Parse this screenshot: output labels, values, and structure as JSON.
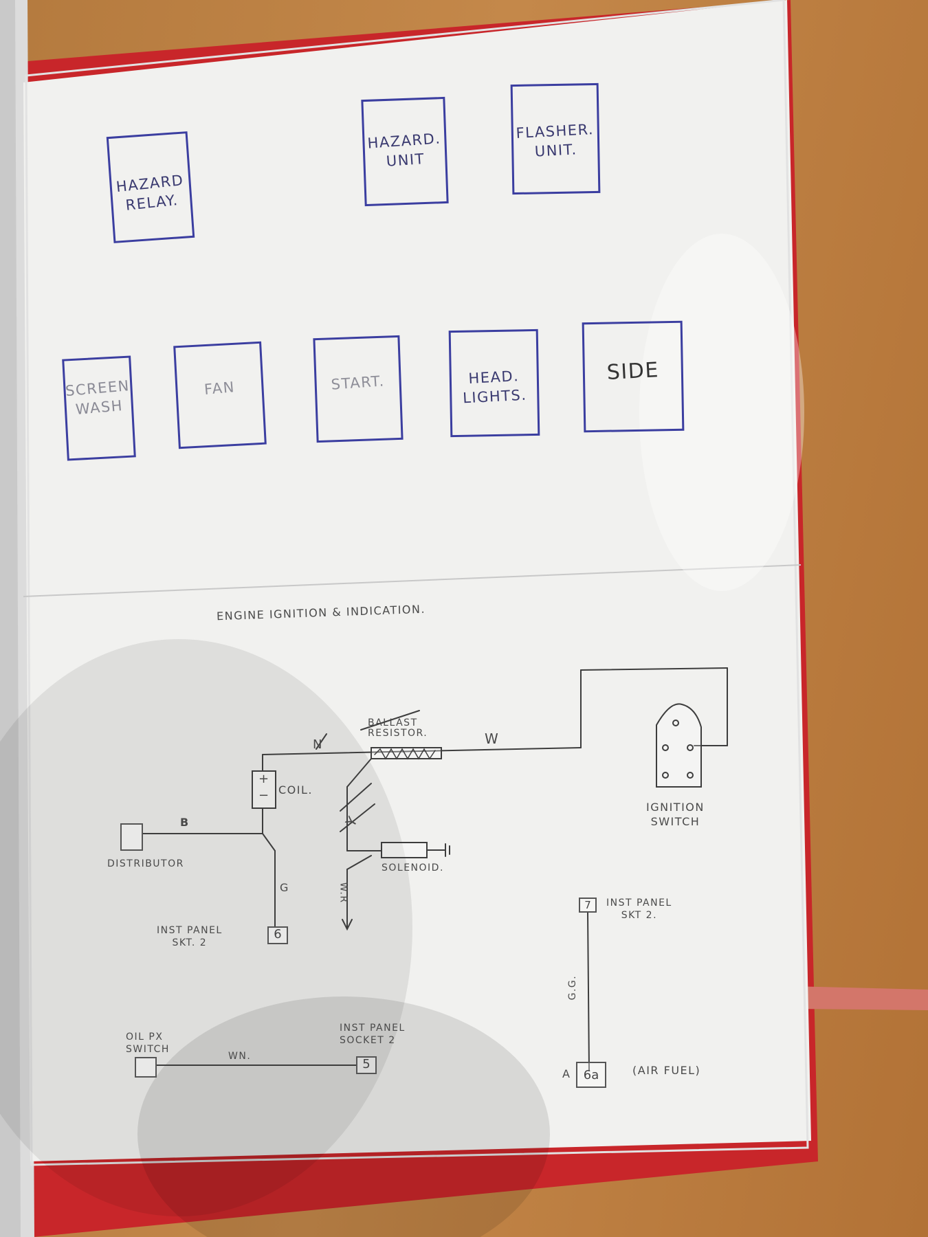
{
  "panel_labels": {
    "hazard_relay": "HAZARD\nRELAY.",
    "hazard_unit": "HAZARD.\nUNIT",
    "flasher_unit": "FLASHER.\nUNIT.",
    "screen_wash": "SCREEN\nWASH",
    "fan": "FAN",
    "start_light": "START.",
    "head_lights": "HEAD.\nLIGHTS.",
    "side": "SIDE"
  },
  "diagram": {
    "title": "ENGINE IGNITION & INDICATION.",
    "ballast_resistor": "BALLAST\nRESISTOR.",
    "coil": "COIL.",
    "coil_plus": "+",
    "coil_minus": "−",
    "distributor": "DISTRIBUTOR",
    "solenoid": "SOLENOID.",
    "ignition_switch": "IGNITION\nSWITCH",
    "inst_panel_skt2_left": "INST PANEL\nSKT. 2",
    "inst_panel_skt2_right": "INST PANEL\nSKT 2.",
    "inst_panel_socket2": "INST PANEL\nSOCKET 2",
    "oil_px_switch": "OIL PX\nSWITCH",
    "air_fuel": "(AIR FUEL)",
    "terminal_6": "6",
    "terminal_5": "5",
    "terminal_7": "7",
    "terminal_6a": "6a",
    "terminal_a": "A",
    "wire_b": "B",
    "wire_w": "W",
    "wire_n": "N",
    "wire_y": "Y",
    "wire_g": "G",
    "wire_wr": "W.R",
    "wire_wn": "WN.",
    "wire_gg": "G.G."
  }
}
